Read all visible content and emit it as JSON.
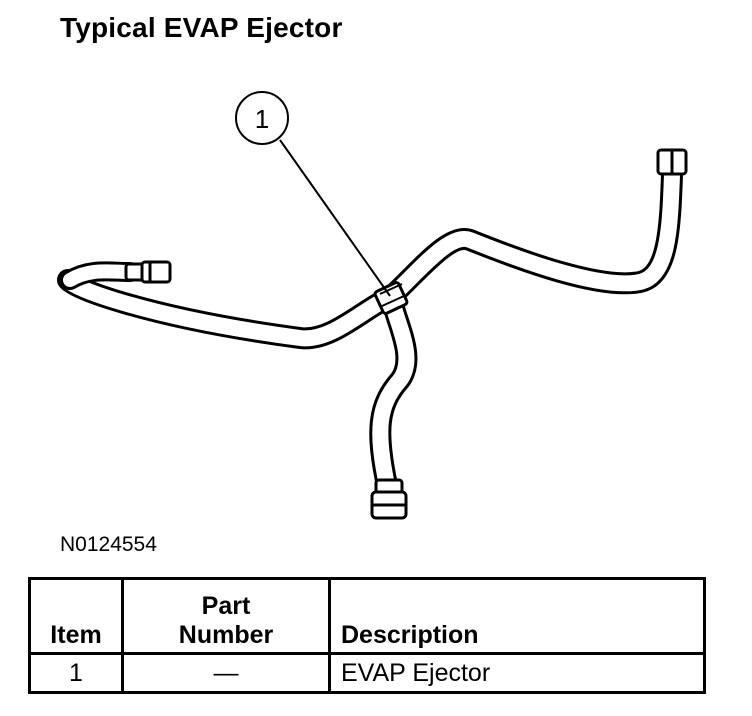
{
  "title": "Typical EVAP Ejector",
  "figure": {
    "callout_label": "1",
    "figure_id": "N0124554"
  },
  "table": {
    "headers": {
      "item": "Item",
      "part_number_line1": "Part",
      "part_number_line2": "Number",
      "description": "Description"
    },
    "rows": [
      {
        "item": "1",
        "part_number": "—",
        "description": "EVAP Ejector"
      }
    ]
  }
}
